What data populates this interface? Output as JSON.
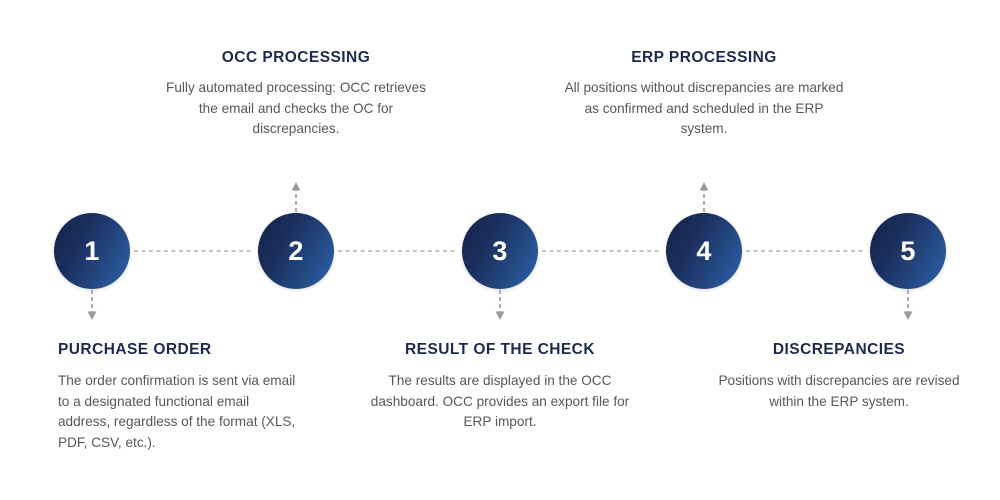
{
  "diagram": {
    "type": "process-timeline",
    "orientation": "horizontal",
    "step_count": 5,
    "colors": {
      "background": "#ffffff",
      "node_gradient_start": "#15224a",
      "node_gradient_end": "#2c62ad",
      "node_number": "#ffffff",
      "title": "#1b2a4e",
      "body": "#575757",
      "connector": "#9a9a9a"
    },
    "steps": [
      {
        "number": "1",
        "title": "PURCHASE ORDER",
        "body": "The order confirmation is sent via email to a designated functional email address, regardless of the format (XLS, PDF, CSV, etc.).",
        "position": "below",
        "align": "left"
      },
      {
        "number": "2",
        "title": "OCC PROCESSING",
        "body": "Fully automated processing: OCC retrieves the email and checks the OC for discrepancies.",
        "position": "above",
        "align": "center"
      },
      {
        "number": "3",
        "title": "RESULT OF THE CHECK",
        "body": "The results are displayed in the OCC dashboard. OCC provides an export file for ERP import.",
        "position": "below",
        "align": "center"
      },
      {
        "number": "4",
        "title": "ERP PROCESSING",
        "body": "All positions without discrepancies are marked as confirmed and scheduled in the ERP system.",
        "position": "above",
        "align": "center"
      },
      {
        "number": "5",
        "title": "DISCREPANCIES",
        "body": "Positions with discrepancies are revised within the ERP system.",
        "position": "below",
        "align": "center"
      }
    ]
  }
}
